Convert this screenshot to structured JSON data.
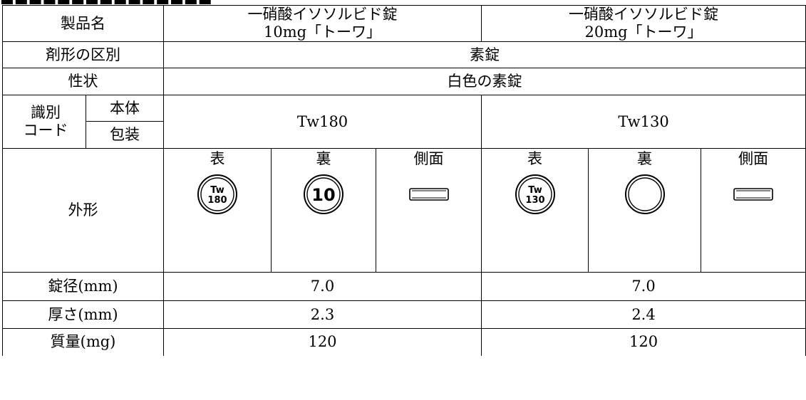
{
  "header": {
    "row_label": "製品名",
    "product_10": {
      "line1": "一硝酸イソソルビド錠",
      "line2": "10mg「トーワ」"
    },
    "product_20": {
      "line1": "一硝酸イソソルビド錠",
      "line2": "20mg「トーワ」"
    }
  },
  "dosage_form": {
    "label": "剤形の区別",
    "value": "素錠"
  },
  "appearance": {
    "label": "性状",
    "value": "白色の素錠"
  },
  "id_code": {
    "label_line1": "識別",
    "label_line2": "コード",
    "body_label": "本体",
    "package_label": "包装",
    "value_10": "Tw180",
    "value_20": "Tw130"
  },
  "shape": {
    "label": "外形",
    "front_label": "表",
    "back_label": "裏",
    "side_label": "側面",
    "tablet_10": {
      "front_top": "Tw",
      "front_bottom": "180",
      "back_text": "10"
    },
    "tablet_20": {
      "front_top": "Tw",
      "front_bottom": "130"
    }
  },
  "diameter": {
    "label": "錠径(mm)",
    "value_10": "7.0",
    "value_20": "7.0"
  },
  "thickness": {
    "label": "厚さ(mm)",
    "value_10": "2.3",
    "value_20": "2.4"
  },
  "mass": {
    "label": "質量(mg)",
    "value_10": "120",
    "value_20": "120"
  },
  "colors": {
    "line": "#000000",
    "background": "#ffffff"
  },
  "icons": [
    "tablet-front-10-icon",
    "tablet-back-10-icon",
    "tablet-side-10-icon",
    "tablet-front-20-icon",
    "tablet-back-20-icon",
    "tablet-side-20-icon"
  ]
}
